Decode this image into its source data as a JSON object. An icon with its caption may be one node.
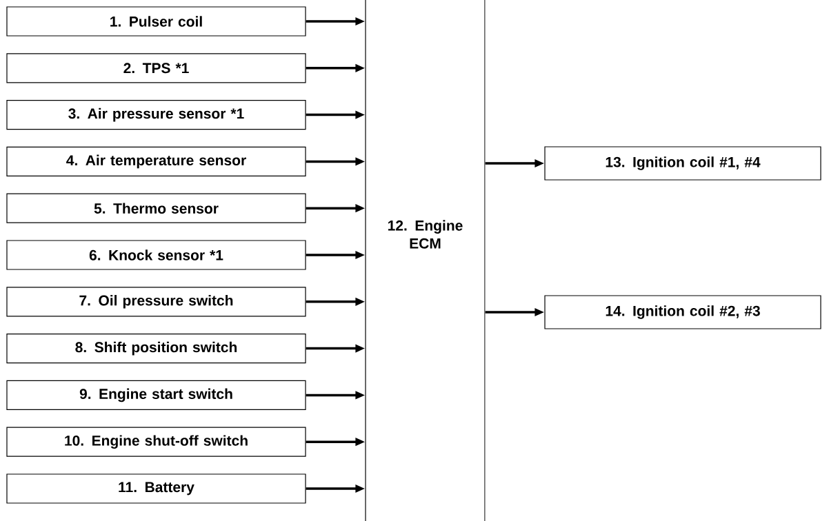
{
  "diagram": {
    "nodes": [
      {
        "text": [
          "1. Pulser coil"
        ]
      },
      {
        "text": [
          "2. TPS *1"
        ]
      },
      {
        "text": [
          "3. Air pressure sensor *1"
        ]
      },
      {
        "text": [
          "4. Air temperature sensor"
        ]
      },
      {
        "text": [
          "5. Thermo sensor"
        ]
      },
      {
        "text": [
          "6. Knock sensor *1"
        ]
      },
      {
        "text": [
          "7. Oil pressure switch"
        ]
      },
      {
        "text": [
          "8. Shift position switch"
        ]
      },
      {
        "text": [
          "9. Engine start switch"
        ]
      },
      {
        "text": [
          "10. Engine shut-off switch"
        ]
      },
      {
        "text": [
          "11. Battery"
        ]
      },
      {
        "text": [
          "12. Engine ECM"
        ]
      },
      {
        "text": [
          "13. Ignition coil #1, #4"
        ]
      },
      {
        "text": [
          "14. Ignition coil #2, #3"
        ]
      }
    ],
    "edges": [
      {
        "from": 0,
        "to": 11,
        "arrow": "to"
      },
      {
        "from": 1,
        "to": 11,
        "arrow": "to"
      },
      {
        "from": 2,
        "to": 11,
        "arrow": "to"
      },
      {
        "from": 3,
        "to": 11,
        "arrow": "to"
      },
      {
        "from": 4,
        "to": 11,
        "arrow": "to"
      },
      {
        "from": 5,
        "to": 11,
        "arrow": "to"
      },
      {
        "from": 6,
        "to": 11,
        "arrow": "to"
      },
      {
        "from": 7,
        "to": 11,
        "arrow": "to"
      },
      {
        "from": 8,
        "to": 11,
        "arrow": "to"
      },
      {
        "from": 9,
        "to": 11,
        "arrow": "to"
      },
      {
        "from": 10,
        "to": 11,
        "arrow": "to"
      },
      {
        "from": 11,
        "to": 12,
        "arrow": "to"
      },
      {
        "from": 11,
        "to": 13,
        "arrow": "to"
      }
    ]
  }
}
